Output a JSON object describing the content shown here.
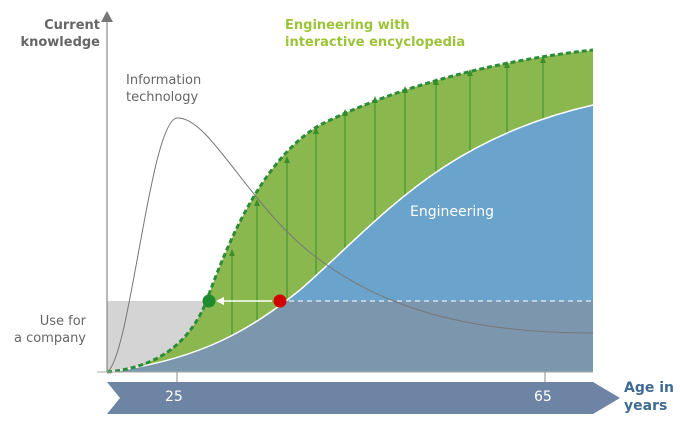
{
  "labels": {
    "y_axis": [
      "Current",
      "knowledge"
    ],
    "information_technology": [
      "Information",
      "technology"
    ],
    "engineering_interactive": [
      "Engineering with",
      "interactive encyclopedia"
    ],
    "engineering": "Engineering",
    "use_for_company": [
      "Use for",
      "a company"
    ],
    "x_axis": [
      "Age in",
      "years"
    ]
  },
  "x_ticks": [
    "25",
    "65"
  ],
  "colors": {
    "green_area": "#8ab84f",
    "green_dash": "#2e8b3a",
    "blue_area": "#6aa3cb",
    "slate_area": "#7b96ad",
    "gray_area": "#d4d4d4",
    "band": "#6d84a4",
    "marker_green": "#1f8a2e",
    "marker_red": "#d40000"
  }
}
